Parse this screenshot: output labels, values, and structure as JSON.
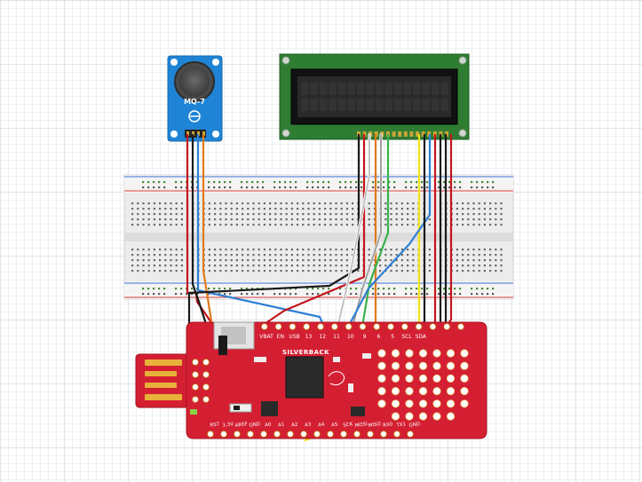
{
  "sensor": {
    "model": "MQ-7"
  },
  "board": {
    "name": "SILVERBACK",
    "top_pins": [
      "VBAT",
      "EN",
      "USB",
      "13",
      "12",
      "11",
      "10",
      "9",
      "6",
      "5",
      "SCL",
      "SDA"
    ],
    "bottom_pins": [
      "RST",
      "3.3V",
      "AREF",
      "GND",
      "A0",
      "A1",
      "A2",
      "A3",
      "A4",
      "A5",
      "SCK",
      "MOSI",
      "MISO",
      "RX0",
      "TX1",
      "GND"
    ]
  },
  "colors": {
    "board": "#d41f33",
    "breadboard": "#ececec",
    "sensor": "#1f84d6",
    "lcd_pcb": "#2f7d32",
    "wire_red": "#c4161c",
    "wire_black": "#1a1a1a",
    "wire_blue": "#2f7fd4",
    "wire_orange": "#e07a18",
    "wire_green": "#37b34a",
    "wire_yellow": "#f2e416",
    "wire_gray": "#9a9a9a",
    "wire_white": "#f4f4f4"
  }
}
